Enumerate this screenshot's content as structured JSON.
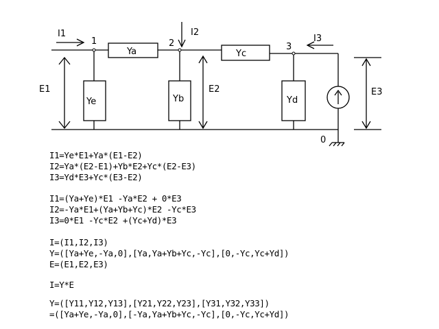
{
  "circuit": {
    "nodes": {
      "n1": "1",
      "n2": "2",
      "n3": "3",
      "ground": "0"
    },
    "admittances": {
      "ya": "Ya",
      "yb": "Yb",
      "yc": "Yc",
      "yd": "Yd",
      "ye": "Ye"
    },
    "currents": {
      "i1": "I1",
      "i2": "I2",
      "i3": "I3"
    },
    "voltages": {
      "e1": "E1",
      "e2": "E2",
      "e3": "E3"
    }
  },
  "equations": {
    "block1": [
      "I1=Ye*E1+Ya*(E1-E2)",
      "I2=Ya*(E2-E1)+Yb*E2+Yc*(E2-E3)",
      "I3=Yd*E3+Yc*(E3-E2)"
    ],
    "block2": [
      "I1=(Ya+Ye)*E1 -Ya*E2 + 0*E3",
      "I2=-Ya*E1+(Ya+Yb+Yc)*E2 -Yc*E3",
      "I3=0*E1 -Yc*E2 +(Yc+Yd)*E3"
    ],
    "block3": [
      "I=(I1,I2,I3)",
      "Y=([Ya+Ye,-Ya,0],[Ya,Ya+Yb+Yc,-Yc],[0,-Yc,Yc+Yd])",
      "E=(E1,E2,E3)"
    ],
    "block4": [
      "I=Y*E"
    ],
    "block5": [
      "Y=([Y11,Y12,Y13],[Y21,Y22,Y23],[Y31,Y32,Y33])",
      "=([Ya+Ye,-Ya,0],[-Ya,Ya+Yb+Yc,-Yc],[0,-Yc,Yc+Yd])"
    ]
  }
}
